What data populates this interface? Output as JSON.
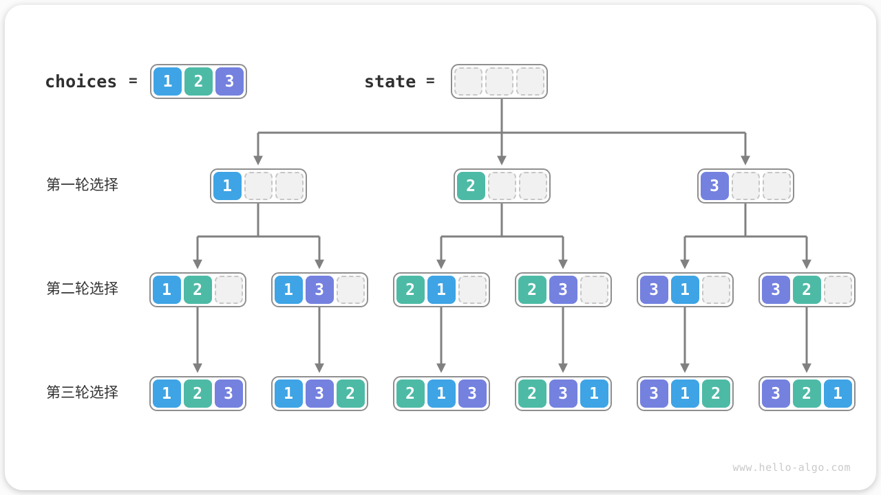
{
  "header": {
    "choices_label": "choices",
    "state_label": "state",
    "equals": "=",
    "choices": [
      "1",
      "2",
      "3"
    ],
    "state_slots": 3
  },
  "rows": [
    {
      "label": "第一轮选择"
    },
    {
      "label": "第二轮选择"
    },
    {
      "label": "第三轮选择"
    }
  ],
  "tree": {
    "slots_per_node": 3,
    "level1": [
      [
        "1"
      ],
      [
        "2"
      ],
      [
        "3"
      ]
    ],
    "level2": [
      [
        "1",
        "2"
      ],
      [
        "1",
        "3"
      ],
      [
        "2",
        "1"
      ],
      [
        "2",
        "3"
      ],
      [
        "3",
        "1"
      ],
      [
        "3",
        "2"
      ]
    ],
    "level3": [
      [
        "1",
        "2",
        "3"
      ],
      [
        "1",
        "3",
        "2"
      ],
      [
        "2",
        "1",
        "3"
      ],
      [
        "2",
        "3",
        "1"
      ],
      [
        "3",
        "1",
        "2"
      ],
      [
        "3",
        "2",
        "1"
      ]
    ]
  },
  "colors": {
    "value_1": "#3EA4E5",
    "value_2": "#4DBAA6",
    "value_3": "#7481DF",
    "empty_fill": "#F1F1F1",
    "empty_border": "#C6C6C6",
    "node_border": "#8E8E8E",
    "arrow": "#808080",
    "label_text": "#333333",
    "footer_text": "#C9C9C9"
  },
  "footer": {
    "url": "www.hello-algo.com"
  }
}
